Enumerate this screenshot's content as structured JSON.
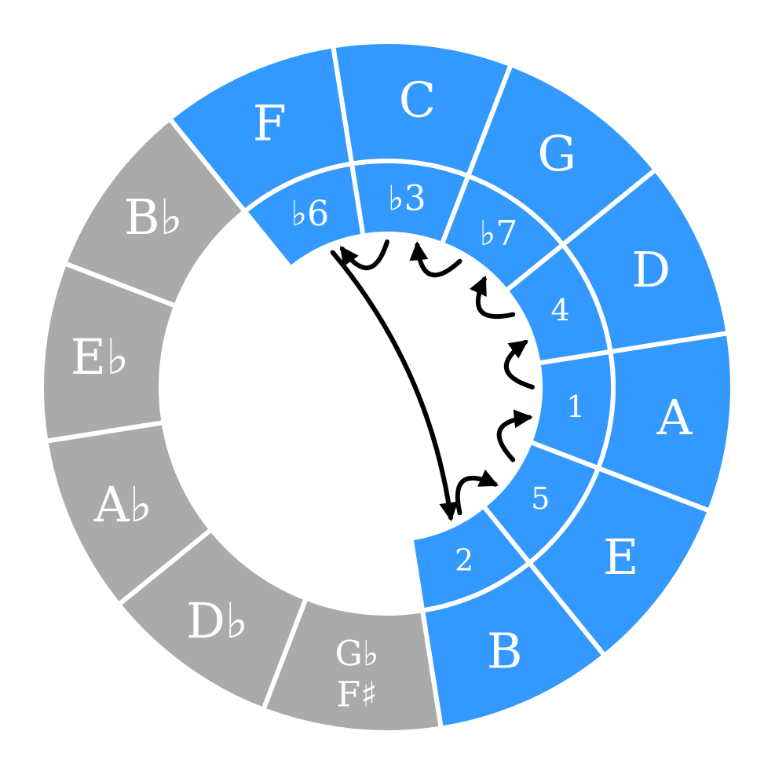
{
  "colors": {
    "active": "#3399ff",
    "inactive": "#aaaaaa",
    "divider": "#ffffff",
    "text": "#ffffff",
    "arrow": "#000000"
  },
  "outer_ring": [
    {
      "label": "C",
      "active": true
    },
    {
      "label": "G",
      "active": true
    },
    {
      "label": "D",
      "active": true
    },
    {
      "label": "A",
      "active": true
    },
    {
      "label": "E",
      "active": true
    },
    {
      "label": "B",
      "active": true
    },
    {
      "label": "G♭",
      "label2": "F♯",
      "active": false
    },
    {
      "label": "D♭",
      "active": false
    },
    {
      "label": "A♭",
      "active": false
    },
    {
      "label": "E♭",
      "active": false
    },
    {
      "label": "B♭",
      "active": false
    },
    {
      "label": "F",
      "active": true
    }
  ],
  "inner_ring": [
    {
      "position": 0,
      "label": "♭3"
    },
    {
      "position": 1,
      "label": "♭7"
    },
    {
      "position": 2,
      "label": "4"
    },
    {
      "position": 3,
      "label": "1"
    },
    {
      "position": 4,
      "label": "5"
    },
    {
      "position": 5,
      "label": "2"
    },
    {
      "position": 11,
      "label": "♭6"
    }
  ],
  "arrows": [
    {
      "from": 3,
      "to": 2
    },
    {
      "from": 2,
      "to": 1
    },
    {
      "from": 1,
      "to": 0
    },
    {
      "from": 0,
      "to": 11
    },
    {
      "from": 11,
      "to": 5
    },
    {
      "from": 5,
      "to": 4
    },
    {
      "from": 4,
      "to": 3
    }
  ]
}
